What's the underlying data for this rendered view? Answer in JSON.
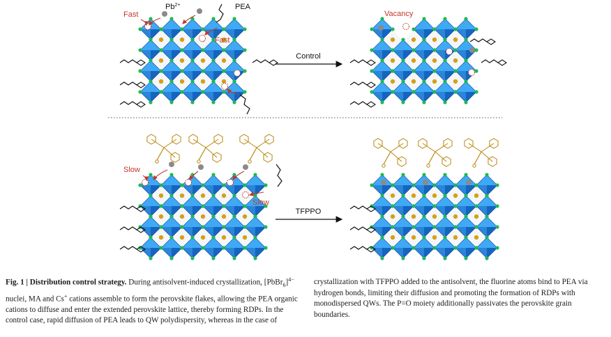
{
  "panels": {
    "top": {
      "labels": {
        "fast_left": "Fast",
        "pb": "Pb",
        "pb_sup": "2+",
        "pea": "PEA",
        "fast_right": "Fast",
        "vacancy": "Vacancy"
      },
      "arrow_label": "Control"
    },
    "bottom": {
      "labels": {
        "slow_left": "Slow",
        "slow_right": "Slow"
      },
      "arrow_label": "TFPPO"
    }
  },
  "caption": {
    "fig_label": "Fig. 1 | Distribution control strategy.",
    "left_before_formula": " During antisolvent-induced crystallization, [PbBr",
    "formula_sub": "6",
    "formula_bracket": "]",
    "formula_sup": "4−",
    "left_mid": " nuclei, MA and Cs",
    "cation_sup": "+",
    "left_after": " cations assemble to form the perovskite flakes, allowing the PEA organic cations to diffuse and enter the extended perovskite lattice, thereby forming RDPs. In the control case, rapid diffusion of PEA leads to QW polydispersity, whereas in the case of",
    "right": "crystallization with TFPPO added to the antisolvent, the fluorine atoms bind to PEA via hydrogen bonds, limiting their diffusion and promoting the formation of RDPs with monodispersed QWs. The P=O moiety additionally passivates the perovskite grain boundaries."
  },
  "colors": {
    "octa_light": "#3fa9f5",
    "octa_dark": "#1565c0",
    "octa_mid": "#2b85d8",
    "halide": "#1db954",
    "center": "#d4a017",
    "pb": "#8a8a8a",
    "arrow_red": "#c0392b",
    "tfppo": "#b8860b"
  }
}
